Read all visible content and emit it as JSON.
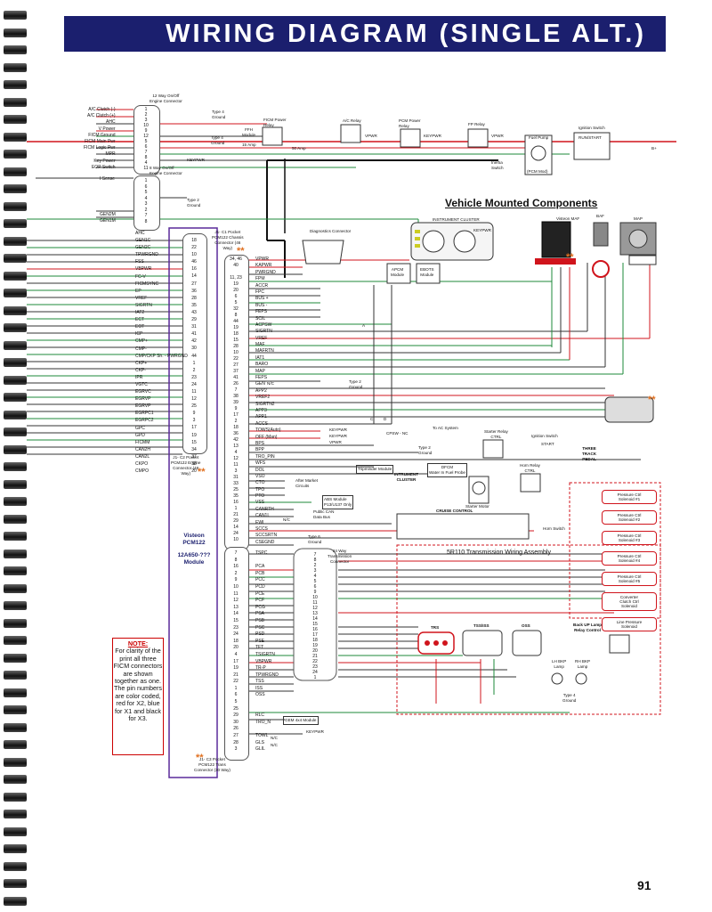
{
  "page": {
    "title": "WIRING DIAGRAM (SINGLE ALT.)",
    "page_number": "91",
    "section_heading": "Vehicle Mounted Components"
  },
  "connectors": {
    "c12": "12 Way On/Off\nEngine Connector",
    "c8": "8 Way On/Off\nEngine Connector",
    "j1c1": "J1- C1 Pocket\nPCM122 Chassis\nConnector (46\nWay)",
    "j1c2": "J1- C2 Pocket\nPCM122 Engine\nConnector (46\nWay)",
    "j1c3": "J1- C3 Pocket\nPCM122 Trans\nConnector (30 Way)",
    "trans24": "24 Way\nTransmission\nConnector",
    "diag": "Diagnostics Connector",
    "cluster": "INSTRUMENT CLUSTER",
    "typ6": "Type 6\nGround"
  },
  "pcm": {
    "name": "Visteon\nPCM122",
    "module": "12A650-???\nModule"
  },
  "note": {
    "heading": "NOTE:",
    "body": "For clarity of the print all three FICM connectors are shown together as one. The pin numbers are color coded, red for X2, blue for X1 and black for X3."
  },
  "c12_left": [
    "A/C Clutch (-)",
    "A/C Clutch (+)",
    "AHC",
    "V Power",
    "FICM Ground",
    "FICM Main Pwr",
    "FICM Logic Pwr",
    "MPR",
    "Key Power",
    "EOP Switch"
  ],
  "c12_pins": [
    "1",
    "2",
    "3",
    "10",
    "9",
    "12",
    "5",
    "6",
    "7",
    "8",
    "4",
    "11"
  ],
  "c8_left": [
    "I Sense",
    "GEN2M",
    "GEN1M"
  ],
  "c8_pins": [
    "1",
    "6",
    "5",
    "4",
    "3",
    "2",
    "7",
    "8"
  ],
  "c2_left": [
    "AHC",
    "GEN1C",
    "GEN2C",
    "TPWRGND",
    "FSS",
    "VBPWR",
    "FC-V",
    "FICMSYNC",
    "EP",
    "VREF",
    "SIGRTN",
    "IAT2",
    "ECT",
    "EOT",
    "ICP",
    "CMP+",
    "CMP-",
    "CMP/CKP Sh. - PWRGND",
    "CKP+",
    "CKP-",
    "IPR",
    "VGTC",
    "EGRVC",
    "EGRVP",
    "EGRVP",
    "EGRPC1",
    "EGRPC2",
    "GPC",
    "GPD",
    "FICMM",
    "CAN2H",
    "CAN2L",
    "CKPO",
    "CMPO"
  ],
  "c2_pins": [
    "18",
    "22",
    "10",
    "46",
    "16",
    "14",
    "27",
    "36",
    "28",
    "35",
    "43",
    "29",
    "31",
    "41",
    "42",
    "30",
    "44",
    "1",
    "2",
    "23",
    "24",
    "11",
    "12",
    "25",
    "9",
    "3",
    "17",
    "19",
    "15",
    "34",
    "37",
    "38",
    "20"
  ],
  "c1_pins": [
    "34, 46",
    "40",
    "",
    "11, 23",
    "19",
    "20",
    "6",
    "5",
    "32",
    "8",
    "44",
    "19",
    "18",
    "15",
    "28",
    "10",
    "22",
    "27",
    "37",
    "41",
    "26",
    "7",
    "38",
    "39",
    "9",
    "17",
    "2",
    "18",
    "36",
    "42",
    "13",
    "4",
    "12",
    "11",
    "3",
    "31",
    "33",
    "25",
    "35",
    "16",
    "1",
    "21",
    "29",
    "14",
    "24",
    "10"
  ],
  "c1_sigs": [
    "VPWR",
    "KAPWR",
    "PWRGND",
    "FPM",
    "ACCR",
    "FPC",
    "BUS +",
    "BUS -",
    "FEPS",
    "SCIL",
    "ACPSW",
    "SIGRTN",
    "VREF",
    "MAF",
    "MAFRTN",
    "IAT1",
    "BARO",
    "MAP",
    "FEPS",
    "GEN",
    "APP2",
    "VREF2",
    "SIGRTN2",
    "APP3",
    "APP1",
    "ACCS",
    "TOWS(Auto)",
    "OFF (Man)",
    "BPS",
    "BPP",
    "TRO_PIN",
    "WFS",
    "DOL",
    "VSO",
    "CTO",
    "TPO",
    "PTO",
    "VSS",
    "CANRTH",
    "CAN1L",
    "EWI",
    "SCCS",
    "SCCSRTN",
    "CSEGND"
  ],
  "c3_pins": [
    "7",
    "8",
    "16",
    "2",
    "9",
    "10",
    "11",
    "12",
    "13",
    "14",
    "15",
    "23",
    "24",
    "18",
    "20",
    "4",
    "17",
    "19",
    "21",
    "22",
    "1",
    "6",
    "5",
    "25",
    "29",
    "30",
    "26",
    "27",
    "28",
    "3"
  ],
  "c3_sigs": [
    "TSPC",
    "",
    "PCA",
    "PCB",
    "PCC",
    "PCD",
    "PCE",
    "PCF",
    "PCG",
    "PSA",
    "PSB",
    "PSC",
    "PSD",
    "PSE",
    "TFT",
    "TSIGRTN",
    "VBPWR",
    "TR-P",
    "TPWRGND",
    "TSS",
    "ISS",
    "OSS",
    "",
    "",
    "RLC",
    "TRO_N",
    "",
    "TOWL",
    "GLS",
    "GLIL"
  ],
  "trans_pins": [
    "7",
    "8",
    "2",
    "3",
    "4",
    "5",
    "6",
    "9",
    "10",
    "11",
    "12",
    "13",
    "14",
    "15",
    "16",
    "17",
    "18",
    "19",
    "20",
    "21",
    "22",
    "23",
    "24",
    "1"
  ],
  "labels": {
    "type4": "Type 4\nGround",
    "type2": "Type 2\nGround",
    "ficm_relay": "FICM Power\nRelay",
    "ffh": "FFH\nModule",
    "amp15": "15 Amp",
    "amp50": "50 Amp",
    "ac_relay": "A/C Relay",
    "pcm_relay": "PCM Power\nRelay",
    "fp_relay": "FP Relay",
    "fuel_pump": "Fuel Pump",
    "inertia": "Inertia\nSwitch",
    "pcm_mod": "(PCM Mod)",
    "ign_switch": "Ignition Switch",
    "run_start": "RUN/START",
    "bplus": "B+",
    "keypwr": "KEYPWR",
    "vpwr": "VPWR",
    "apcm": "APCM\nModule",
    "ebots": "EBOTS\nModule",
    "vmaf": "Visteon MAF",
    "baf": "BAF",
    "map": "MAP",
    "starter_relay": "Starter Relay\nCTRL",
    "starter_motor": "Starter Motor",
    "horn_relay": "Horn Relay\nCTRL",
    "horn_switch": "Horn Switch",
    "start": "START",
    "ttp": "THREE\nTRACK\nPEDAL",
    "to_ac": "To AC System",
    "cpsw": "CPSW - NC",
    "tripminder": "Tripminder Module",
    "dfcm": "DFCM\nWater In Fuel Probe",
    "ic2": "INTRUMENT\nCLUSTER",
    "after_market": "After Market\nCircuits",
    "abs": "ABS Module\nP13/U137 Only",
    "public_can": "Public CAN\nData Bus",
    "cruise": "CRUISE CONTROL",
    "assembly": "5R110 Transmission Wiring Assembly",
    "trs": "TRS",
    "tss": "TSS/ISS",
    "oss": "OSS",
    "backup": "Back UP Lamp\nRelay Control",
    "lh": "LH BKP\nLamp",
    "rh": "RH BKP\nLamp",
    "gem": "GEM 4x4 Module",
    "nc": "N/C",
    "c": "C",
    "d": "D",
    "a": "A",
    "keypwr2": "KEYPWR"
  },
  "solenoids": [
    "Pressure Ctrl\nSolenoid #1",
    "Pressure Ctrl\nSolenoid #2",
    "Pressure Ctrl\nSolenoid #3",
    "Pressure Ctrl\nSolenoid #4",
    "Pressure Ctrl\nSolenoid #5",
    "Converter\nClutch Ctrl\nSolenoid",
    "Line Pressure\nSolenoid"
  ],
  "colors": {
    "title_bg": "#1b1f6e",
    "red": "#d0141c",
    "green": "#1e8a3a",
    "purple": "#5a2a9a",
    "blue": "#1b1f6e"
  }
}
